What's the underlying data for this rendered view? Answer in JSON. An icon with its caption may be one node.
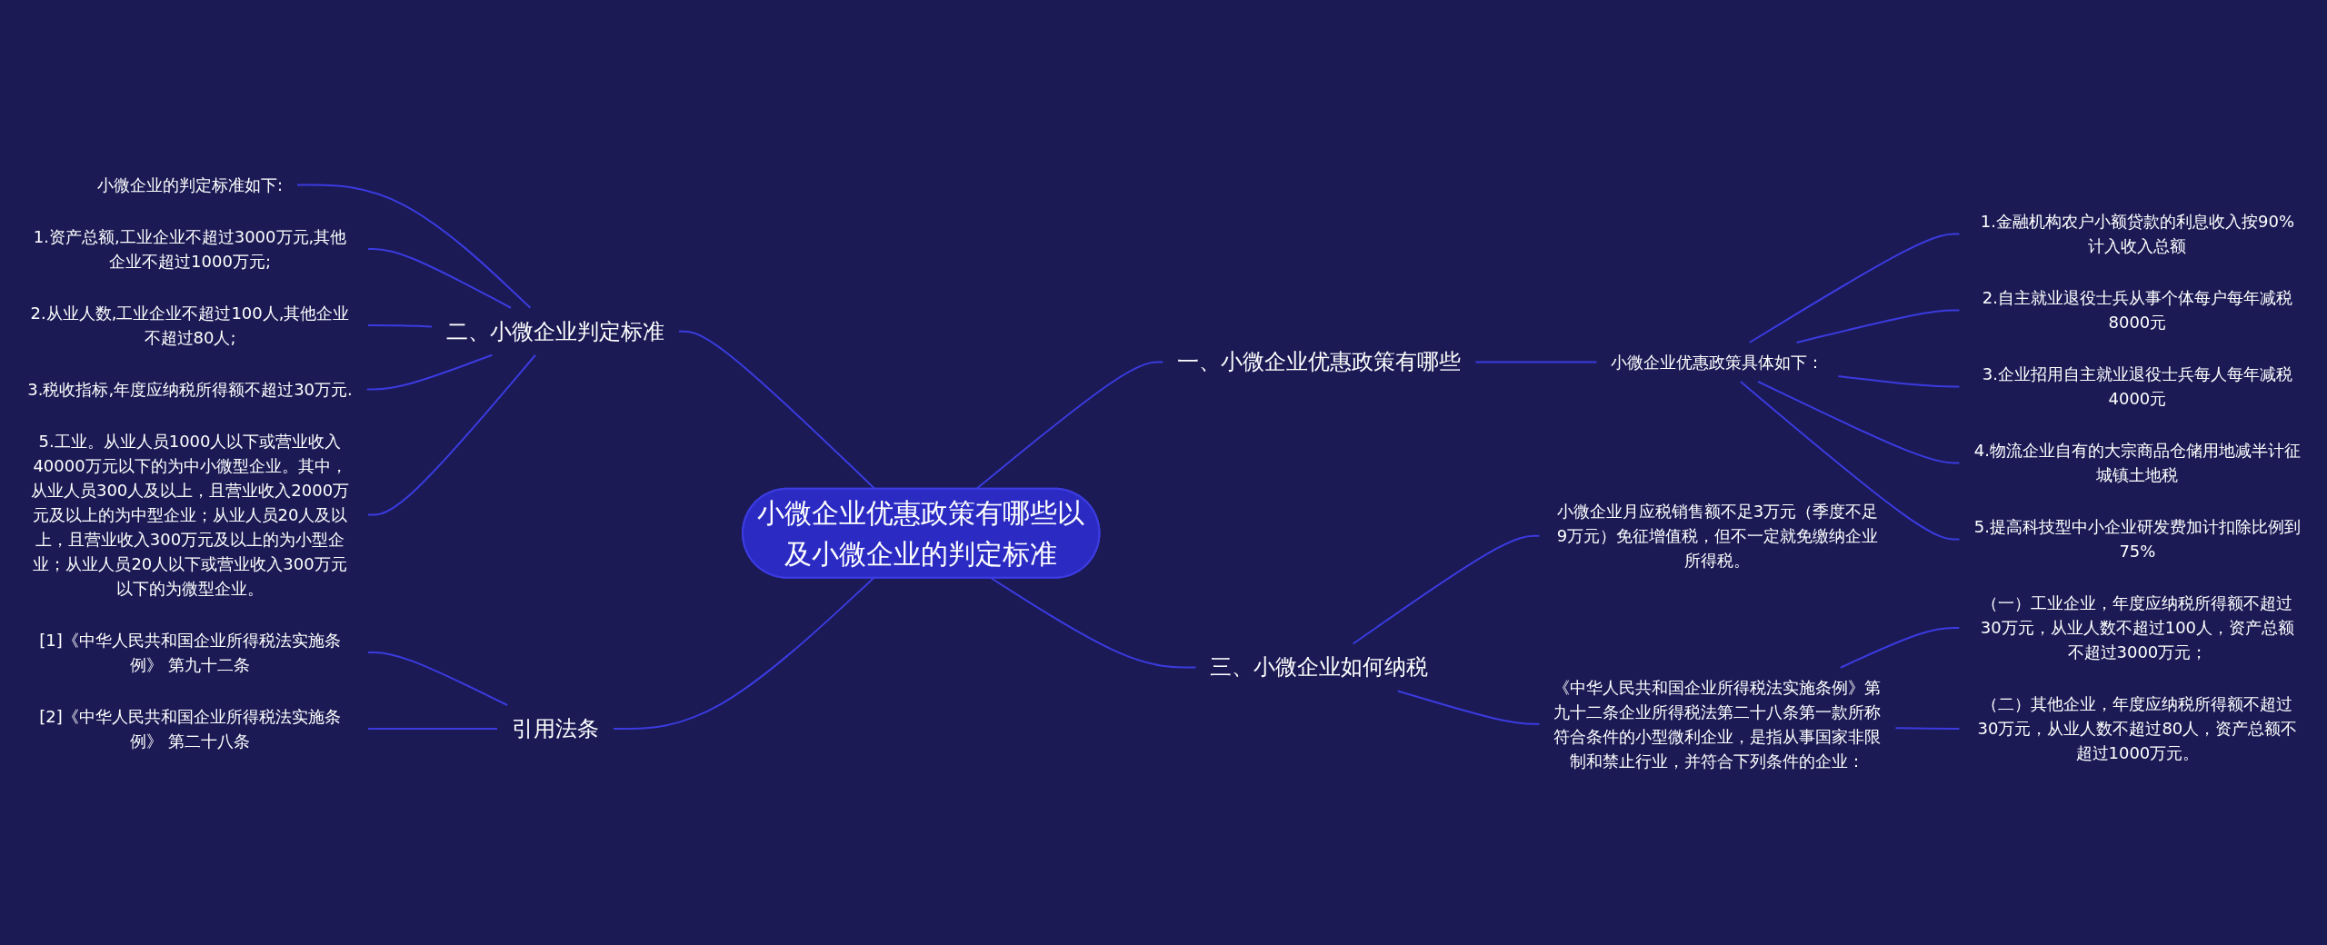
{
  "diagram": {
    "nodes": [
      {
        "text": [
          "小微企业优惠政策有哪些以及小微企业的判定标准"
        ]
      },
      {
        "text": [
          "一、小微企业优惠政策有哪些"
        ]
      },
      {
        "text": [
          "小微企业优惠政策具体如下："
        ]
      },
      {
        "text": [
          "1.金融机构农户小额贷款的利息收入按90%计入收入总额"
        ]
      },
      {
        "text": [
          "2.自主就业退役士兵从事个体每户每年减税8000元"
        ]
      },
      {
        "text": [
          "3.企业招用自主就业退役士兵每人每年减税4000元"
        ]
      },
      {
        "text": [
          "4.物流企业自有的大宗商品仓储用地减半计征城镇土地税"
        ]
      },
      {
        "text": [
          "5.提高科技型中小企业研发费加计扣除比例到75%"
        ]
      },
      {
        "text": [
          "二、小微企业判定标准"
        ]
      },
      {
        "text": [
          "小微企业的判定标准如下:"
        ]
      },
      {
        "text": [
          "1.资产总额,工业企业不超过3000万元,其他企业不超过1000万元;"
        ]
      },
      {
        "text": [
          "2.从业人数,工业企业不超过100人,其他企业不超过80人;"
        ]
      },
      {
        "text": [
          "3.税收指标,年度应纳税所得额不超过30万元."
        ]
      },
      {
        "text": [
          "5.工业。从业人员1000人以下或营业收入40000万元以下的为中小微型企业。其中，从业人员300人及以上，且营业收入2000万元及以上的为中型企业；从业人员20人及以上，且营业收入300万元及以上的为小型企业；从业人员20人以下或营业收入300万元以下的为微型企业。"
        ]
      },
      {
        "text": [
          "三、小微企业如何纳税"
        ]
      },
      {
        "text": [
          "小微企业月应税销售额不足3万元（季度不足9万元）免征增值税，但不一定就免缴纳企业所得税。"
        ]
      },
      {
        "text": [
          "《中华人民共和国企业所得税法实施条例》第九十二条企业所得税法第二十八条第一款所称符合条件的小型微利企业，是指从事国家非限制和禁止行业，并符合下列条件的企业："
        ]
      },
      {
        "text": [
          "（一）工业企业，年度应纳税所得额不超过30万元，从业人数不超过100人，资产总额不超过3000万元；"
        ]
      },
      {
        "text": [
          "（二）其他企业，年度应纳税所得额不超过30万元，从业人数不超过80人，资产总额不超过1000万元。"
        ]
      },
      {
        "text": [
          "引用法条"
        ]
      },
      {
        "text": [
          "[1]《中华人民共和国企业所得税法实施条例》 第九十二条"
        ]
      },
      {
        "text": [
          "[2]《中华人民共和国企业所得税法实施条例》 第二十八条"
        ]
      }
    ],
    "edges": [
      {
        "from": 0,
        "to": 1,
        "arrow": "none"
      },
      {
        "from": 1,
        "to": 2,
        "arrow": "none"
      },
      {
        "from": 2,
        "to": 3,
        "arrow": "none"
      },
      {
        "from": 2,
        "to": 4,
        "arrow": "none"
      },
      {
        "from": 2,
        "to": 5,
        "arrow": "none"
      },
      {
        "from": 2,
        "to": 6,
        "arrow": "none"
      },
      {
        "from": 2,
        "to": 7,
        "arrow": "none"
      },
      {
        "from": 0,
        "to": 8,
        "arrow": "none"
      },
      {
        "from": 8,
        "to": 9,
        "arrow": "none"
      },
      {
        "from": 8,
        "to": 10,
        "arrow": "none"
      },
      {
        "from": 8,
        "to": 11,
        "arrow": "none"
      },
      {
        "from": 8,
        "to": 12,
        "arrow": "none"
      },
      {
        "from": 8,
        "to": 13,
        "arrow": "none"
      },
      {
        "from": 0,
        "to": 14,
        "arrow": "none"
      },
      {
        "from": 14,
        "to": 15,
        "arrow": "none"
      },
      {
        "from": 14,
        "to": 16,
        "arrow": "none"
      },
      {
        "from": 16,
        "to": 17,
        "arrow": "none"
      },
      {
        "from": 16,
        "to": 18,
        "arrow": "none"
      },
      {
        "from": 0,
        "to": 19,
        "arrow": "none"
      },
      {
        "from": 19,
        "to": 20,
        "arrow": "none"
      },
      {
        "from": 19,
        "to": 21,
        "arrow": "none"
      }
    ]
  }
}
